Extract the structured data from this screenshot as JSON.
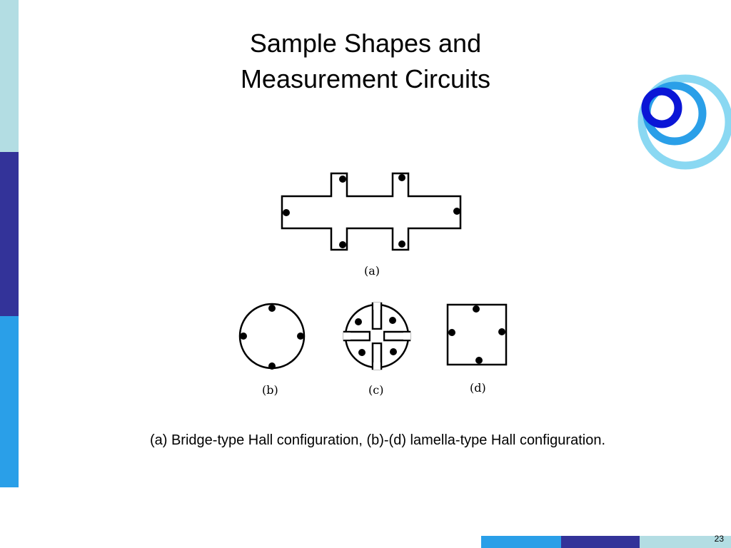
{
  "slide": {
    "title_line1": "Sample Shapes and",
    "title_line2": "Measurement Circuits",
    "caption": "(a) Bridge-type Hall configuration, (b)-(d) lamella-type Hall configuration.",
    "page_number": "23"
  },
  "figure": {
    "labels": {
      "a": "(a)",
      "b": "(b)",
      "c": "(c)",
      "d": "(d)"
    }
  },
  "colors": {
    "light_teal": "#b3dde3",
    "navy": "#333399",
    "bright_blue": "#2a9fe8",
    "logo_blue": "#0b16d6",
    "logo_cyan": "#8ad8f2"
  }
}
